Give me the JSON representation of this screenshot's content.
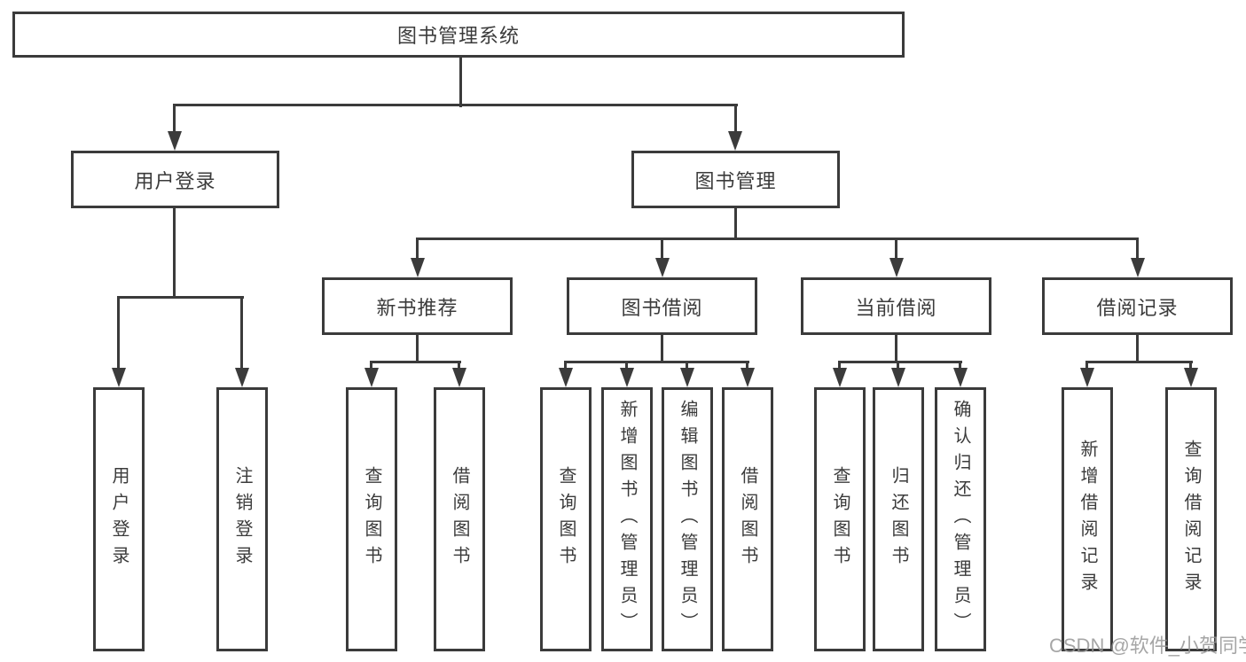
{
  "diagram": {
    "title": "图书管理系统",
    "tree": {
      "label": "图书管理系统",
      "children": [
        {
          "label": "用户登录",
          "children": [
            {
              "label": "用户登录"
            },
            {
              "label": "注销登录"
            }
          ]
        },
        {
          "label": "图书管理",
          "children": [
            {
              "label": "新书推荐",
              "children": [
                {
                  "label": "查询图书"
                },
                {
                  "label": "借阅图书"
                }
              ]
            },
            {
              "label": "图书借阅",
              "children": [
                {
                  "label": "查询图书"
                },
                {
                  "label": "新增图书（管理员）"
                },
                {
                  "label": "编辑图书（管理员）"
                },
                {
                  "label": "借阅图书"
                }
              ]
            },
            {
              "label": "当前借阅",
              "children": [
                {
                  "label": "查询图书"
                },
                {
                  "label": "归还图书"
                },
                {
                  "label": "确认归还（管理员）"
                }
              ]
            },
            {
              "label": "借阅记录",
              "children": [
                {
                  "label": "新增借阅记录"
                },
                {
                  "label": "查询借阅记录"
                }
              ]
            }
          ]
        }
      ]
    }
  },
  "watermark": {
    "text": "CSDN @软件_小贺同学"
  },
  "colors": {
    "line": "#3b3b3b",
    "text": "#3b3b3b",
    "box_background": "#ffffff",
    "page_background": "#ffffff",
    "watermark": "#969696"
  }
}
